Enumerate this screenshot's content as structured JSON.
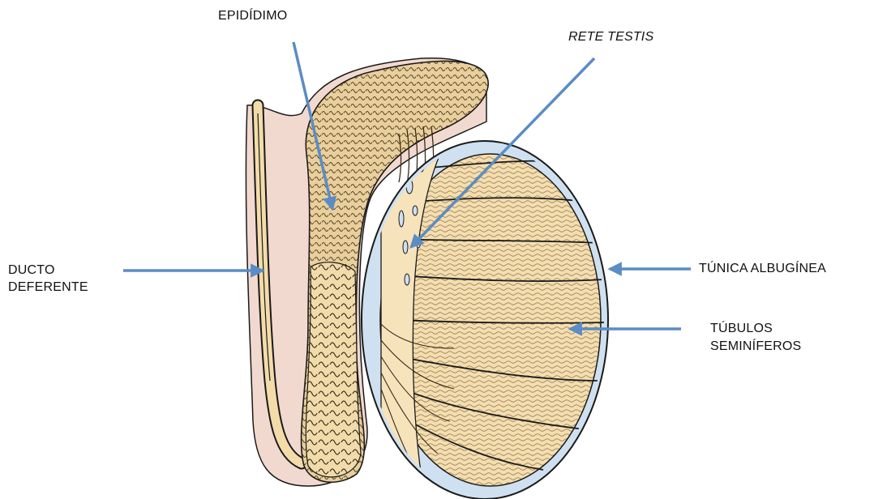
{
  "labels": {
    "epididimo": "EPIDÍDIMO",
    "rete_testis": "RETE TESTIS",
    "ducto_line1": "DUCTO",
    "ducto_line2": "DEFERENTE",
    "tunica": "TÚNICA  ALBUGÍNEA",
    "tubulos_line1": "TÚBULOS",
    "tubulos_line2": "SEMINÍFEROS"
  },
  "colors": {
    "arrow": "#5b8cc4",
    "tunica_fill": "#cfe1f0",
    "tissue": "#f3dcaa",
    "sheath": "#f2d9cf",
    "outline": "#1a1a1a"
  }
}
